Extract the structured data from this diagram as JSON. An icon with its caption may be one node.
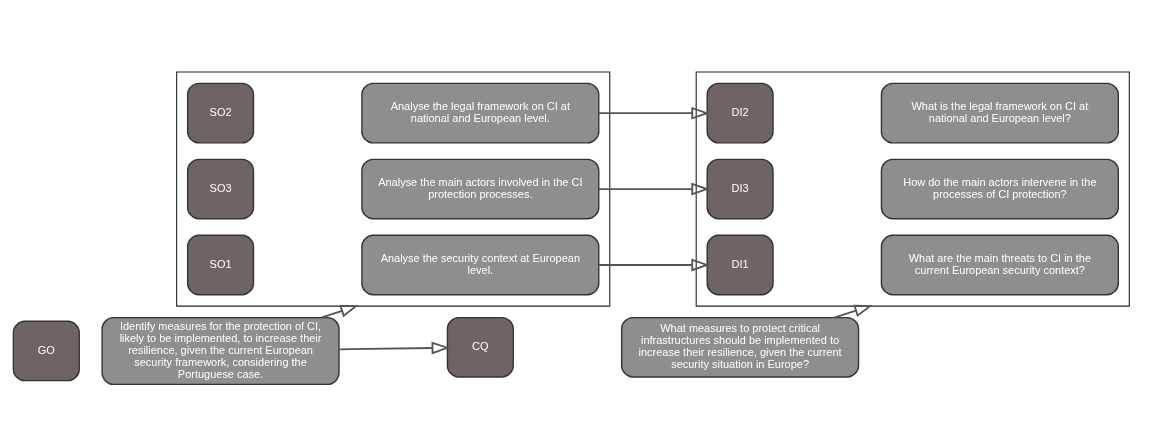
{
  "diagram": {
    "nodes": [
      {
        "text": [
          "GO"
        ]
      },
      {
        "text": [
          "Identify measures for the protection of CI, likely to be implemented, to increase their resilience, given the current European security framework, considering the Portuguese case."
        ]
      },
      {
        "text": [
          "CQ"
        ]
      },
      {
        "text": [
          "What measures to protect critical infrastructures should be implemented to increase their resilience, given the current security situation in Europe?"
        ]
      },
      {
        "text": [],
        "shape": "box"
      },
      {
        "text": [
          "SO1"
        ],
        "in": 4
      },
      {
        "text": [
          "Analyse the security context at European level."
        ],
        "in": 4
      },
      {
        "text": [
          "SO2"
        ],
        "in": 4
      },
      {
        "text": [
          "Analyse the legal framework on CI at national and European level."
        ],
        "in": 4
      },
      {
        "text": [
          "SO3"
        ],
        "in": 4
      },
      {
        "text": [
          "Analyse the main actors involved in the CI protection processes."
        ],
        "in": 4
      },
      {
        "text": [],
        "shape": "box"
      },
      {
        "text": [
          "DI1"
        ],
        "in": 11
      },
      {
        "text": [
          "What are the main threats to CI in the current European security context?"
        ],
        "in": 11
      },
      {
        "text": [
          "DI2"
        ],
        "in": 11
      },
      {
        "text": [
          "What is the legal framework on CI at national and European level?"
        ],
        "in": 11
      },
      {
        "text": [
          "DI3"
        ],
        "in": 11
      },
      {
        "text": [
          "How do the main actors intervene in the processes of CI protection?"
        ],
        "in": 11
      }
    ],
    "edges": [
      {
        "from": 1,
        "to": 2,
        "arrow": "to"
      },
      {
        "from": 1,
        "to": 4,
        "arrow": "to"
      },
      {
        "from": 3,
        "to": 11,
        "arrow": "to"
      },
      {
        "from": 6,
        "to": 12,
        "arrow": "to"
      },
      {
        "from": 8,
        "to": 14,
        "arrow": "to"
      },
      {
        "from": 10,
        "to": 16,
        "arrow": "to"
      }
    ]
  }
}
